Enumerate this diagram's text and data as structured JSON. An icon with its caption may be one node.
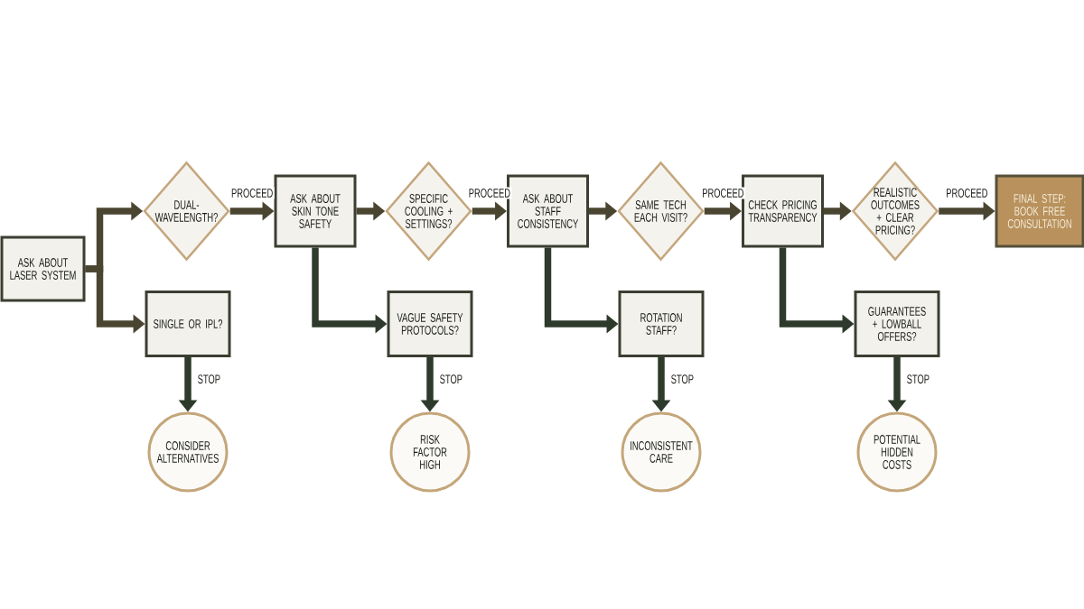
{
  "diagram": {
    "nodes": [
      {
        "text": [
          "ASK ABOUT LASER SYSTEM"
        ]
      },
      {
        "text": [
          "DUAL-WAVELENGTH?"
        ]
      },
      {
        "text": [
          "ASK ABOUT SKIN TONE SAFETY"
        ]
      },
      {
        "text": [
          "SPECIFIC COOLING + SETTINGS?"
        ]
      },
      {
        "text": [
          "ASK ABOUT STAFF CONSISTENCY"
        ]
      },
      {
        "text": [
          "SAME TECH EACH VISIT?"
        ]
      },
      {
        "text": [
          "CHECK PRICING TRANSPARENCY"
        ]
      },
      {
        "text": [
          "REALISTIC OUTCOMES + CLEAR PRICING?"
        ]
      },
      {
        "text": [
          "FINAL STEP: BOOK FREE CONSULTATION"
        ]
      },
      {
        "text": [
          "SINGLE OR IPL?"
        ]
      },
      {
        "text": [
          "CONSIDER ALTERNATIVES"
        ]
      },
      {
        "text": [
          "VAGUE SAFETY PROTOCOLS?"
        ]
      },
      {
        "text": [
          "RISK FACTOR HIGH"
        ]
      },
      {
        "text": [
          "ROTATION STAFF?"
        ]
      },
      {
        "text": [
          "INCONSISTENT CARE"
        ]
      },
      {
        "text": [
          "GUARANTEES + LOWBALL OFFERS?"
        ]
      },
      {
        "text": [
          "POTENTIAL HIDDEN COSTS"
        ]
      }
    ],
    "edges": [
      {
        "from": 0,
        "to": 1,
        "arrow": "to"
      },
      {
        "from": 0,
        "to": 9,
        "arrow": "to"
      },
      {
        "from": 1,
        "to": 2,
        "arrow": "to",
        "label": "PROCEED"
      },
      {
        "from": 2,
        "to": 3,
        "arrow": "to"
      },
      {
        "from": 2,
        "to": 11,
        "arrow": "to",
        "color": "#2e3a2b"
      },
      {
        "from": 3,
        "to": 4,
        "arrow": "to",
        "label": "PROCEED"
      },
      {
        "from": 4,
        "to": 5,
        "arrow": "to"
      },
      {
        "from": 4,
        "to": 13,
        "arrow": "to",
        "color": "#2e3a2b"
      },
      {
        "from": 5,
        "to": 6,
        "arrow": "to",
        "label": "PROCEED"
      },
      {
        "from": 6,
        "to": 7,
        "arrow": "to"
      },
      {
        "from": 6,
        "to": 15,
        "arrow": "to",
        "color": "#2e3a2b"
      },
      {
        "from": 7,
        "to": 8,
        "arrow": "to",
        "label": "PROCEED"
      },
      {
        "from": 9,
        "to": 10,
        "arrow": "to",
        "label": "STOP",
        "color": "#2e3a2b"
      },
      {
        "from": 11,
        "to": 12,
        "arrow": "to",
        "label": "STOP",
        "color": "#2e3a2b"
      },
      {
        "from": 13,
        "to": 14,
        "arrow": "to",
        "label": "STOP",
        "color": "#2e3a2b"
      },
      {
        "from": 15,
        "to": 16,
        "arrow": "to",
        "label": "STOP",
        "color": "#2e3a2b"
      }
    ]
  }
}
